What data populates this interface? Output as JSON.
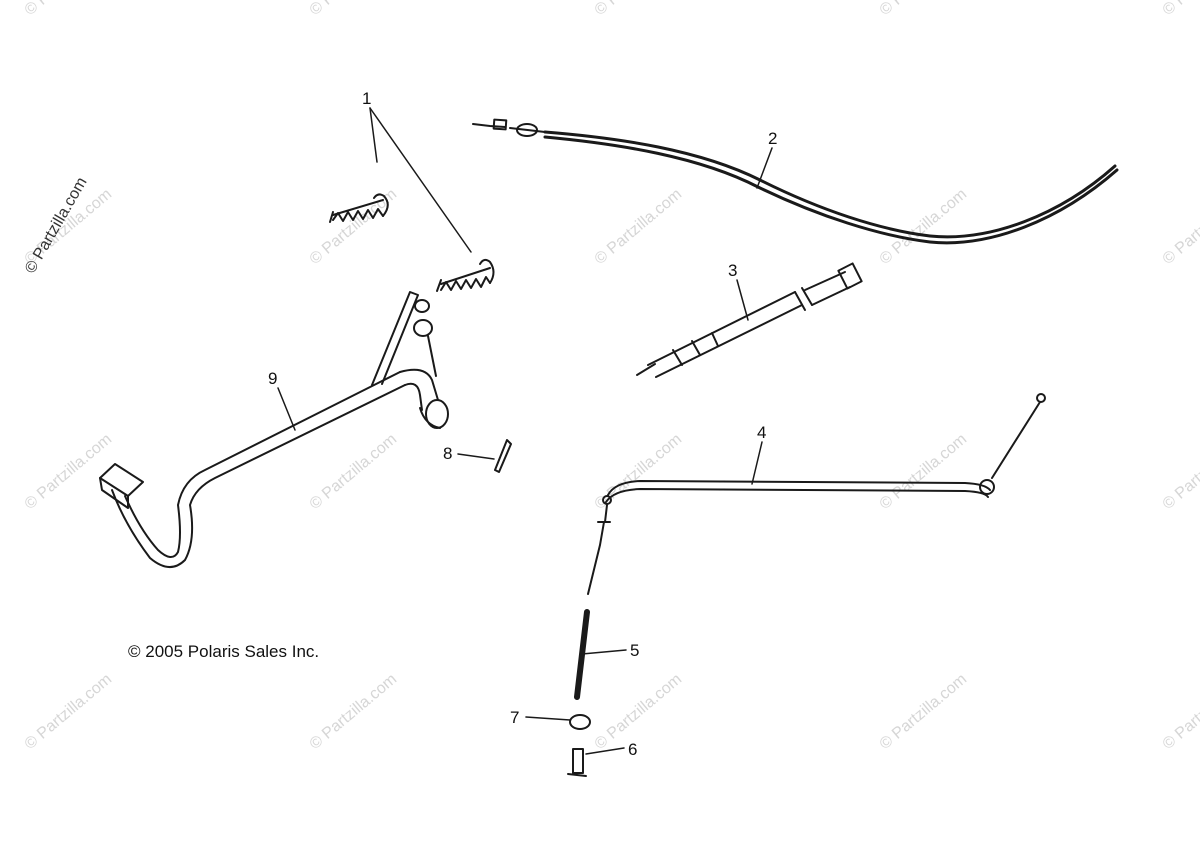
{
  "copyright": "© 2005 Polaris Sales Inc.",
  "side_watermark": "© Partzilla.com",
  "watermark_text": "© Partzilla.com",
  "callouts": [
    {
      "id": "1",
      "label": "1"
    },
    {
      "id": "2",
      "label": "2"
    },
    {
      "id": "3",
      "label": "3"
    },
    {
      "id": "4",
      "label": "4"
    },
    {
      "id": "5",
      "label": "5"
    },
    {
      "id": "6",
      "label": "6"
    },
    {
      "id": "7",
      "label": "7"
    },
    {
      "id": "8",
      "label": "8"
    },
    {
      "id": "9",
      "label": "9"
    }
  ],
  "colors": {
    "line": "#1a1a1a",
    "watermark": "#d6d6d6",
    "background": "#ffffff"
  }
}
